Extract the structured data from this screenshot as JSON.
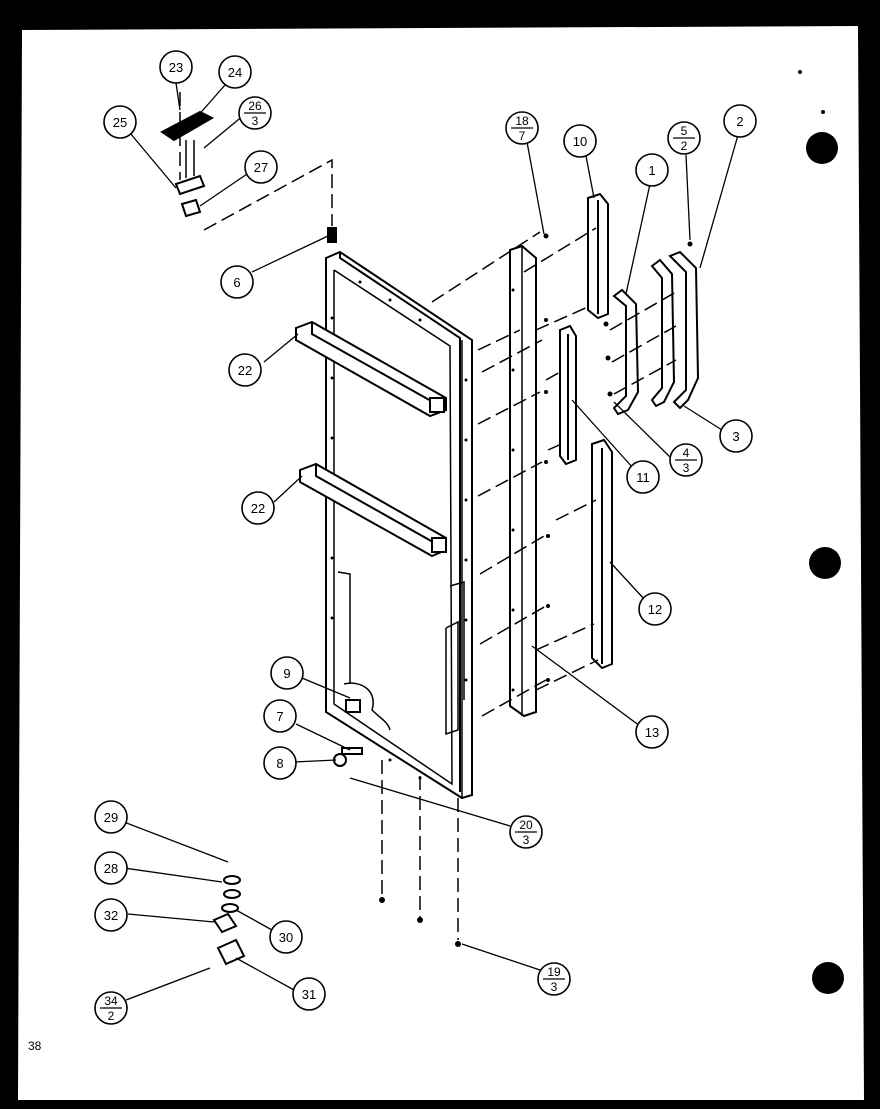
{
  "page_number": "38",
  "callouts": [
    {
      "id": "23",
      "label": "23"
    },
    {
      "id": "24",
      "label": "24"
    },
    {
      "id": "25",
      "label": "25"
    },
    {
      "id": "26-3",
      "top": "26",
      "bottom": "3"
    },
    {
      "id": "27",
      "label": "27"
    },
    {
      "id": "6",
      "label": "6"
    },
    {
      "id": "22a",
      "label": "22"
    },
    {
      "id": "22b",
      "label": "22"
    },
    {
      "id": "18-7",
      "top": "18",
      "bottom": "7"
    },
    {
      "id": "10",
      "label": "10"
    },
    {
      "id": "1",
      "label": "1"
    },
    {
      "id": "5-2",
      "top": "5",
      "bottom": "2"
    },
    {
      "id": "2",
      "label": "2"
    },
    {
      "id": "3",
      "label": "3"
    },
    {
      "id": "4-3",
      "top": "4",
      "bottom": "3"
    },
    {
      "id": "11",
      "label": "11"
    },
    {
      "id": "12",
      "label": "12"
    },
    {
      "id": "13",
      "label": "13"
    },
    {
      "id": "9",
      "label": "9"
    },
    {
      "id": "7",
      "label": "7"
    },
    {
      "id": "8",
      "label": "8"
    },
    {
      "id": "20-3",
      "top": "20",
      "bottom": "3"
    },
    {
      "id": "29",
      "label": "29"
    },
    {
      "id": "28",
      "label": "28"
    },
    {
      "id": "32",
      "label": "32"
    },
    {
      "id": "30",
      "label": "30"
    },
    {
      "id": "31",
      "label": "31"
    },
    {
      "id": "34-2",
      "top": "34",
      "bottom": "2"
    },
    {
      "id": "19-3",
      "top": "19",
      "bottom": "3"
    }
  ]
}
